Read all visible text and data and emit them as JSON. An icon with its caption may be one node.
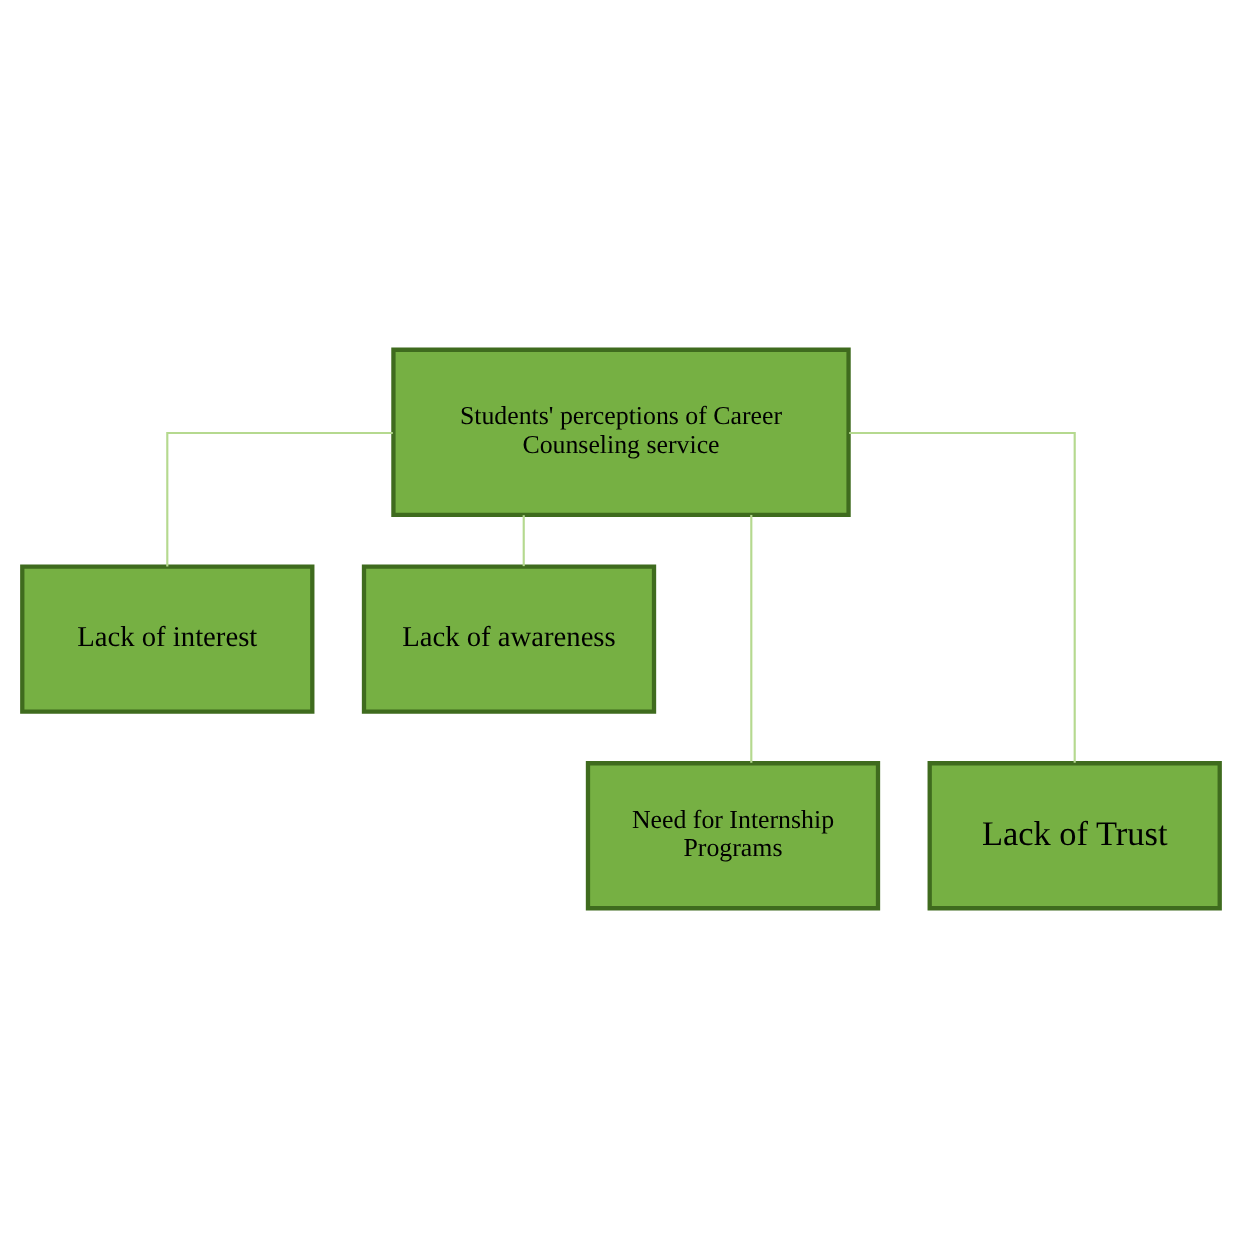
{
  "diagram": {
    "nodes": [
      {
        "text": [
          "Students' perceptions of Career Counseling service"
        ]
      },
      {
        "text": [
          "Lack of interest"
        ]
      },
      {
        "text": [
          "Lack of awareness"
        ]
      },
      {
        "text": [
          "Need for Internship Programs"
        ]
      },
      {
        "text": [
          "Lack of Trust"
        ]
      }
    ],
    "edges": [
      {
        "from": 0,
        "to": 1,
        "arrow": "none"
      },
      {
        "from": 0,
        "to": 2,
        "arrow": "none"
      },
      {
        "from": 0,
        "to": 3,
        "arrow": "none"
      },
      {
        "from": 0,
        "to": 4,
        "arrow": "none"
      }
    ]
  }
}
